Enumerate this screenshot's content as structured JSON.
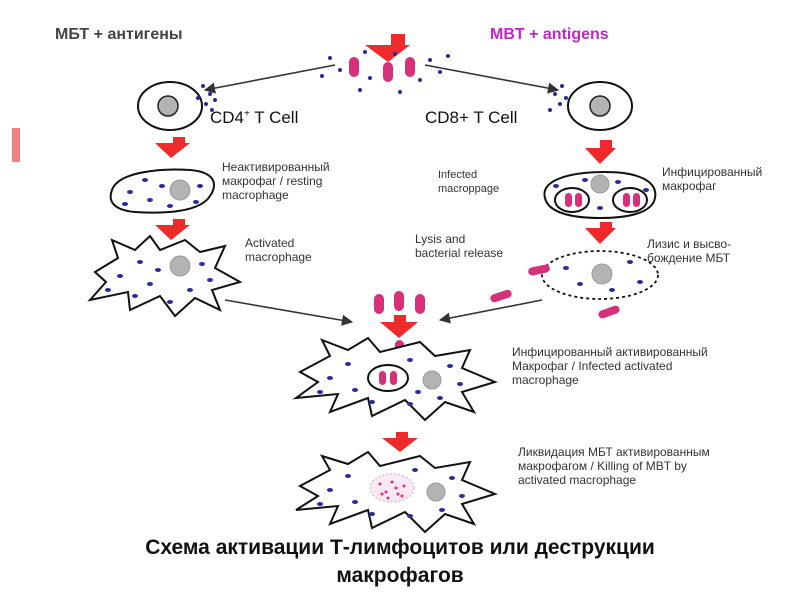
{
  "headers": {
    "left": "МБТ + антигены",
    "right": "MBT + antigens",
    "right_color": "#c026c8"
  },
  "cells": {
    "cd4_prefix": "CD4",
    "cd4_sup": "+",
    "cd4_suffix": " T Cell",
    "cd8": "CD8+ T Cell"
  },
  "labels": {
    "resting": "Неактивированный\nмакрофаг / resting\nmacrophage",
    "activated": "Activated\nmacrophage",
    "infected_en": "Infected\nmacroppage",
    "infected_ru": "Инфицированный\nмакрофаг",
    "lysis_en": "Lysis and\nbacterial release",
    "lysis_ru": "Лизис и высво-\nбождение МБТ",
    "infected_activated": "Инфицированный активированный\nМакрофаг  /  Infected activated\nmacrophage",
    "killing": "Ликвидация МБТ активированным\nмакрофагом / Killing of MBT by\nactivated macrophage"
  },
  "caption": {
    "line1": "Схема активации Т-лимфоцитов или деструкции",
    "line2": "макрофагов"
  },
  "colors": {
    "arrow_red": "#ee2a2a",
    "bacteria": "#d6307a",
    "dots": "#2a2a9e",
    "nucleus": "#b3b3b3"
  }
}
